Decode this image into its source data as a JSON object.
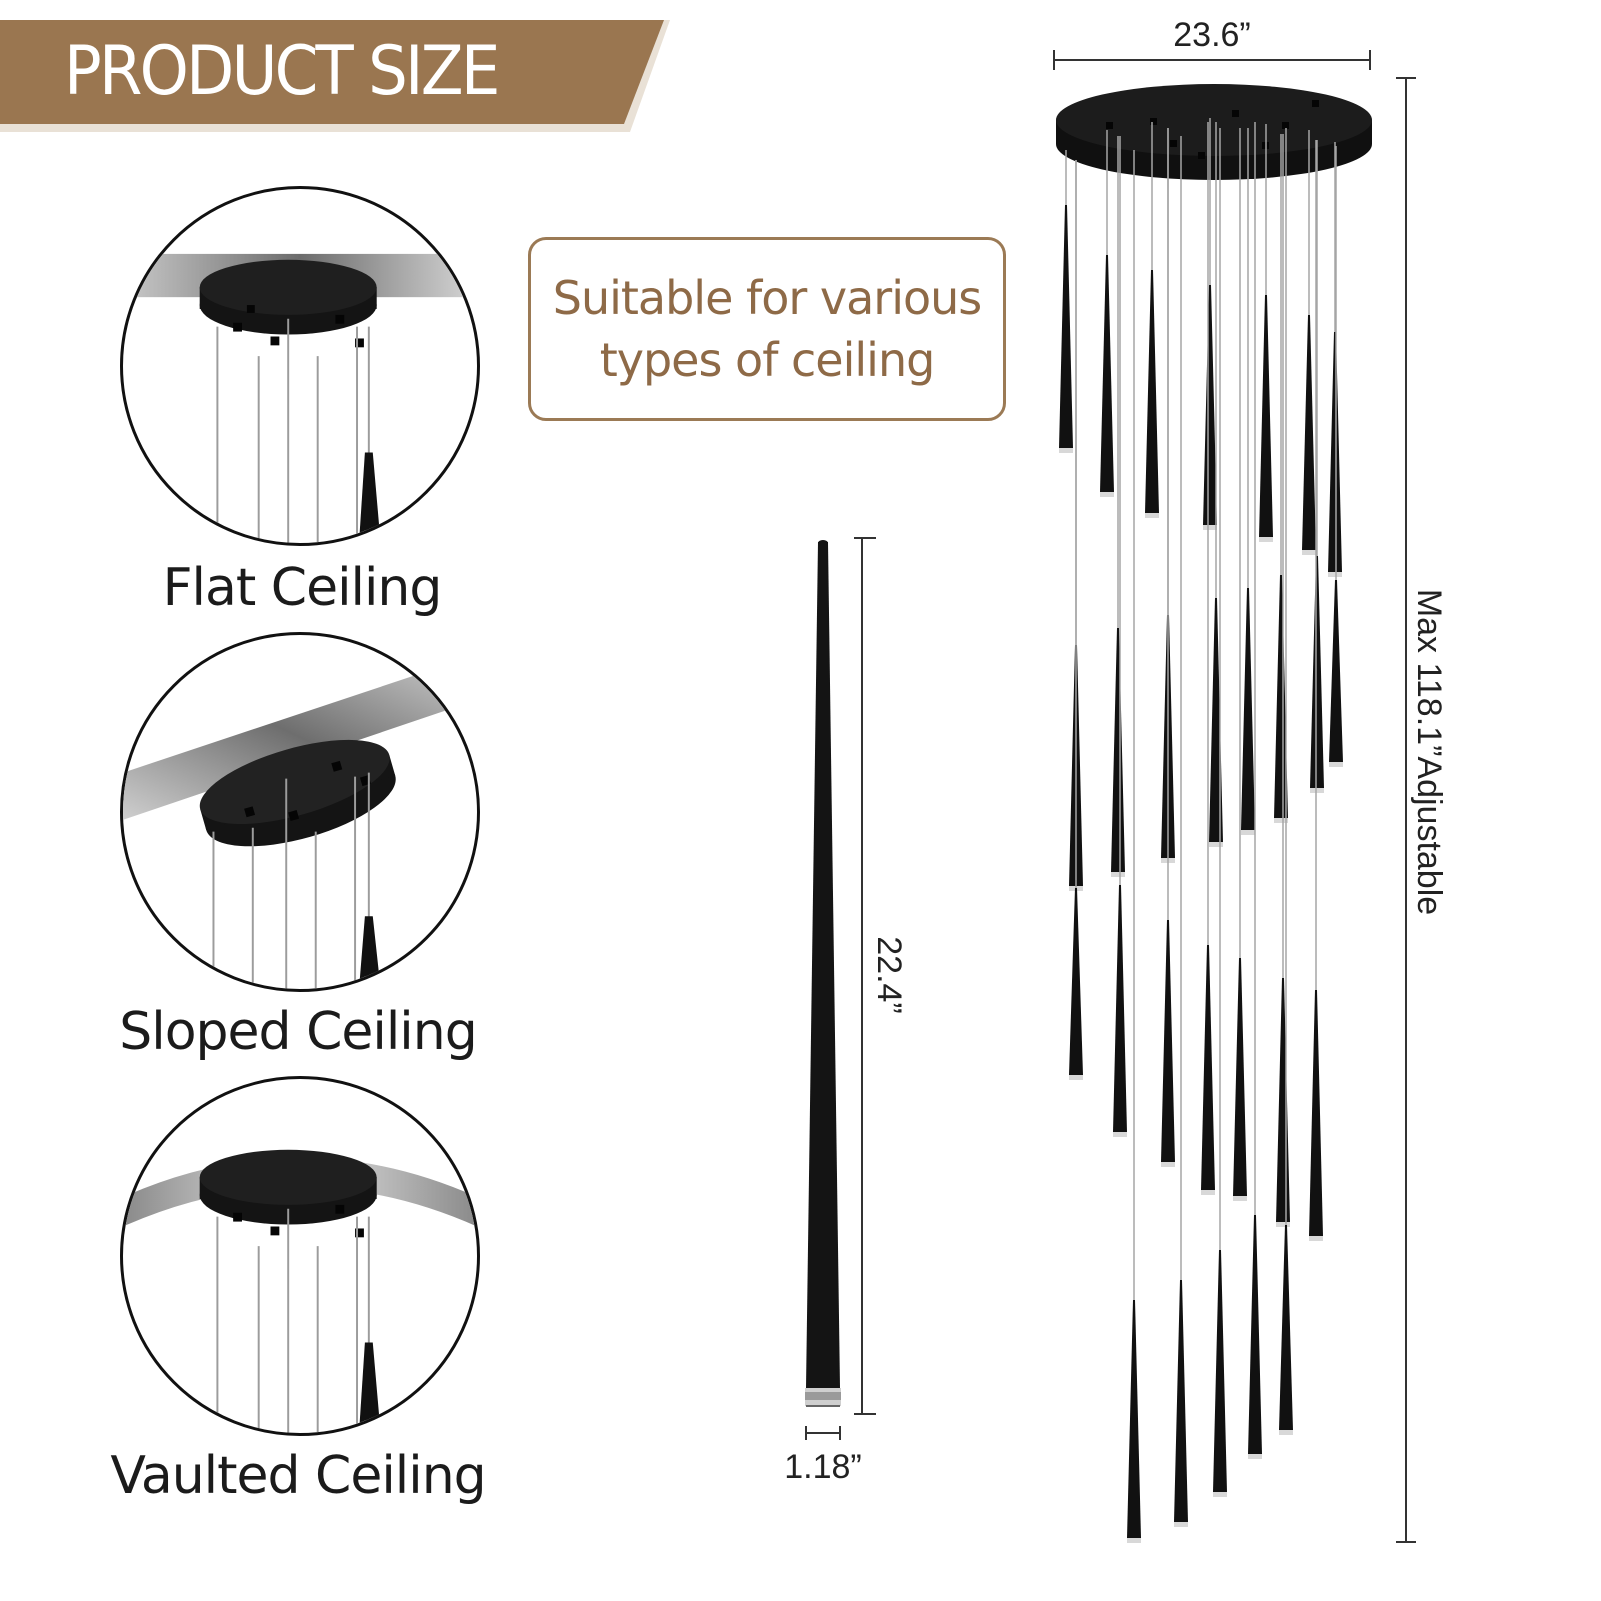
{
  "banner": {
    "title": "PRODUCT SIZE"
  },
  "ceilings": [
    {
      "label": "Flat Ceiling",
      "icon": "flat-ceiling-mount-icon"
    },
    {
      "label": "Sloped Ceiling",
      "icon": "sloped-ceiling-mount-icon"
    },
    {
      "label": "Vaulted Ceiling",
      "icon": "vaulted-ceiling-mount-icon"
    }
  ],
  "note": {
    "line1": "Suitable for various",
    "line2": "types of ceiling"
  },
  "dimensions": {
    "canopy_width": "23.6”",
    "pendant_length": "22.4”",
    "pendant_diameter": "1.18”",
    "max_height": "Max 118.1”Adjustable"
  },
  "colors": {
    "brand_brown": "#9b7a55",
    "banner_brown": "#9a7650",
    "fixture_black": "#111111"
  }
}
